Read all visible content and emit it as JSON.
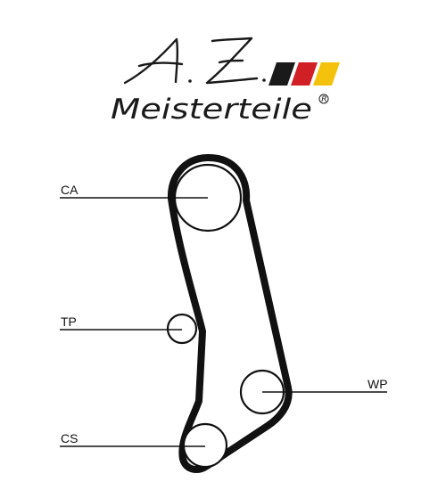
{
  "logo": {
    "signature": "A.Z.",
    "brand": "Meisterteile",
    "registered_mark": "R",
    "flag_colors": [
      "#1a1a1a",
      "#d11f26",
      "#f4c20d"
    ]
  },
  "labels": {
    "ca": "CA",
    "tp": "TP",
    "wp": "WP",
    "cs": "CS"
  }
}
